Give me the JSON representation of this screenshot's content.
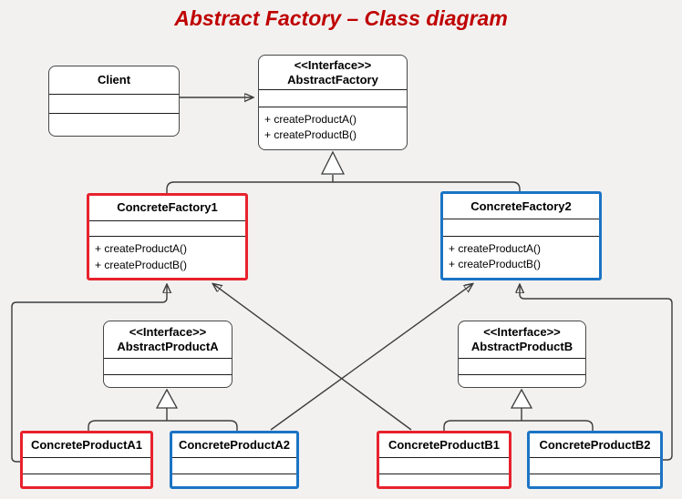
{
  "title": "Abstract Factory – Class diagram",
  "colors": {
    "title": "#bf0000",
    "red": "#e8222d",
    "blue": "#1b74c4",
    "line": "#3d3d3d",
    "background": "#f2f1f0"
  },
  "classes": {
    "client": {
      "name": "Client"
    },
    "abstract_factory": {
      "stereotype": "<<Interface>>",
      "name": "AbstractFactory",
      "methods": [
        "+ createProductA()",
        "+ createProductB()"
      ]
    },
    "concrete_factory1": {
      "name": "ConcreteFactory1",
      "accent": "red",
      "methods": [
        "+ createProductA()",
        "+ createProductB()"
      ]
    },
    "concrete_factory2": {
      "name": "ConcreteFactory2",
      "accent": "blue",
      "methods": [
        "+ createProductA()",
        "+ createProductB()"
      ]
    },
    "abstract_product_a": {
      "stereotype": "<<Interface>>",
      "name": "AbstractProductA"
    },
    "abstract_product_b": {
      "stereotype": "<<Interface>>",
      "name": "AbstractProductB"
    },
    "concrete_product_a1": {
      "name": "ConcreteProductA1",
      "accent": "red"
    },
    "concrete_product_a2": {
      "name": "ConcreteProductA2",
      "accent": "blue"
    },
    "concrete_product_b1": {
      "name": "ConcreteProductB1",
      "accent": "red"
    },
    "concrete_product_b2": {
      "name": "ConcreteProductB2",
      "accent": "blue"
    }
  },
  "relations": [
    {
      "from": "Client",
      "to": "AbstractFactory",
      "type": "association"
    },
    {
      "from": "ConcreteFactory1",
      "to": "AbstractFactory",
      "type": "realization"
    },
    {
      "from": "ConcreteFactory2",
      "to": "AbstractFactory",
      "type": "realization"
    },
    {
      "from": "ConcreteProductA1",
      "to": "AbstractProductA",
      "type": "realization"
    },
    {
      "from": "ConcreteProductA2",
      "to": "AbstractProductA",
      "type": "realization"
    },
    {
      "from": "ConcreteProductB1",
      "to": "AbstractProductB",
      "type": "realization"
    },
    {
      "from": "ConcreteProductB2",
      "to": "AbstractProductB",
      "type": "realization"
    },
    {
      "from": "ConcreteProductA1",
      "to": "ConcreteFactory1",
      "type": "created-by"
    },
    {
      "from": "ConcreteProductB1",
      "to": "ConcreteFactory1",
      "type": "created-by"
    },
    {
      "from": "ConcreteProductA2",
      "to": "ConcreteFactory2",
      "type": "created-by"
    },
    {
      "from": "ConcreteProductB2",
      "to": "ConcreteFactory2",
      "type": "created-by"
    }
  ]
}
